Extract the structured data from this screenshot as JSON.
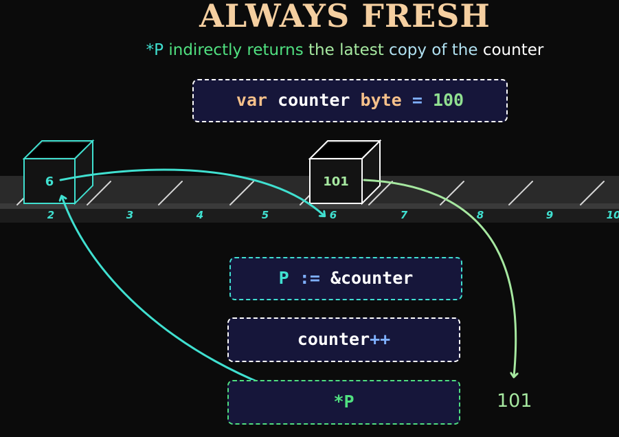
{
  "title": "ALWAYS FRESH",
  "subtitle": {
    "parts": [
      {
        "text": "*P ",
        "color": "#40e0d0"
      },
      {
        "text": "indirectly returns ",
        "color": "#50e080"
      },
      {
        "text": "the latest ",
        "color": "#a6e8a0"
      },
      {
        "text": "copy of the ",
        "color": "#b0e0f0"
      },
      {
        "text": "counter",
        "color": "#ffffff"
      }
    ]
  },
  "declaration": {
    "keyword": "var",
    "name": "counter",
    "type": "byte",
    "assign": "=",
    "value": "100"
  },
  "pointer_statement": {
    "name": "P",
    "op": ":=",
    "rhs": "&counter"
  },
  "increment_statement": {
    "name": "counter",
    "op": "++"
  },
  "deref_statement": {
    "expr": "*P"
  },
  "memory": {
    "addresses": [
      "2",
      "3",
      "4",
      "5",
      "6",
      "7",
      "8",
      "9",
      "10"
    ],
    "pointer_cell": {
      "value": "6",
      "color": "#40e0d0"
    },
    "counter_cell": {
      "value": "101",
      "color": "#ffffff"
    }
  },
  "result": "101",
  "colors": {
    "background": "#0b0b0b",
    "title": "#f5cfa0",
    "cyan": "#40e0d0",
    "green": "#50e080",
    "light_green": "#a6e8a0",
    "box_fill": "#16163a"
  }
}
